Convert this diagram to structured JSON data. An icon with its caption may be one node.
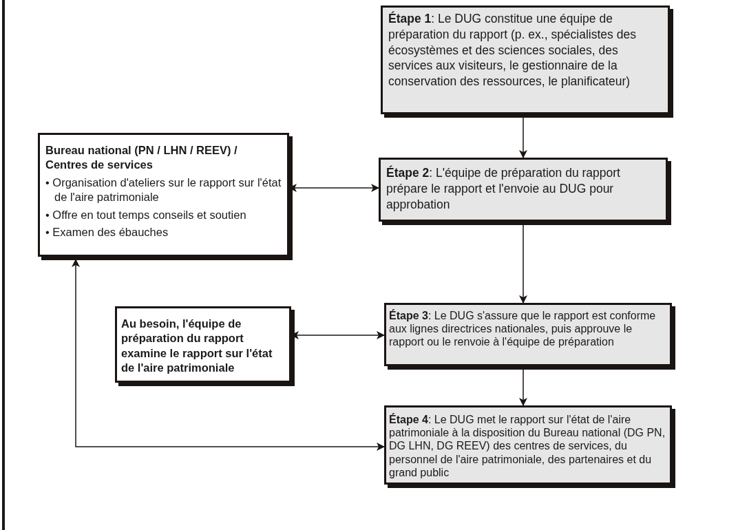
{
  "diagram": {
    "nodes": [
      {
        "text": [
          "**Étape 1**: Le DUG constitue une équipe de préparation du rapport (p. ex., spécialistes des écosystèmes et des sciences sociales, des services aux visiteurs, le gestionnaire de la conservation des ressources, le planificateur)"
        ]
      },
      {
        "text": [
          "Bureau national (PN / LHN / REEV) / Centres de services",
          "• Organisation d'ateliers sur le rapport sur l'état de l'aire patrimoniale",
          "• Offre en tout temps conseils et soutien",
          "• Examen des ébauches"
        ]
      },
      {
        "text": [
          "**Étape 2**: L'équipe de préparation du rapport prépare le rapport et l'envoie au DUG pour approbation"
        ]
      },
      {
        "text": [
          "Au besoin, l'équipe de préparation du rapport examine le rapport sur l'état de l'aire patrimoniale"
        ]
      },
      {
        "text": [
          "**Étape 3**: Le DUG s'assure que le rapport est conforme aux lignes directrices nationales, puis approuve le rapport ou le renvoie à l'équipe de préparation"
        ]
      },
      {
        "text": [
          "**Étape 4**: Le DUG met le rapport sur l'état de l'aire patrimoniale à la disposition du Bureau national (DG PN, DG LHN, DG REEV) des centres de services, du personnel de l'aire patrimoniale, des partenaires et du grand public"
        ]
      }
    ],
    "edges": [
      {
        "from": 0,
        "to": 2,
        "arrow": "to"
      },
      {
        "from": 1,
        "to": 2,
        "arrow": "both"
      },
      {
        "from": 2,
        "to": 4,
        "arrow": "to"
      },
      {
        "from": 3,
        "to": 4,
        "arrow": "both"
      },
      {
        "from": 4,
        "to": 5,
        "arrow": "to"
      },
      {
        "from": 5,
        "to": 1,
        "arrow": "both"
      }
    ]
  }
}
